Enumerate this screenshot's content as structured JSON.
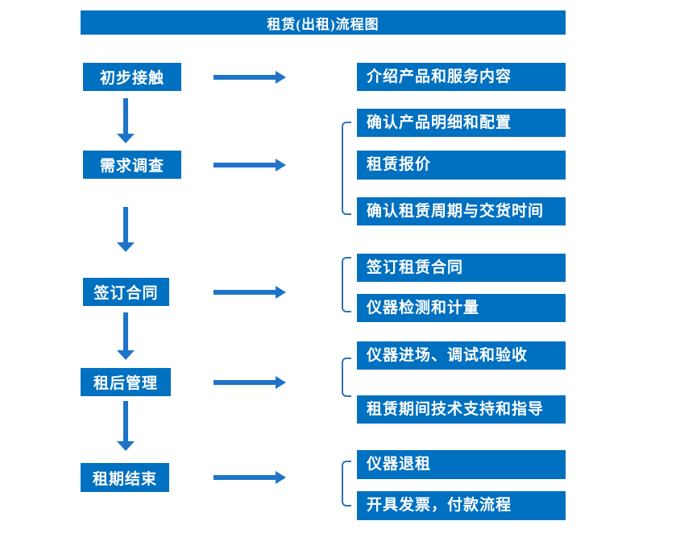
{
  "title": "租赁(出租)流程图",
  "colors": {
    "box_blue": "#0070c0",
    "arrow_blue": "#1e74c8",
    "bracket_blue": "#2e75b6",
    "background": "#ffffff",
    "text": "#ffffff"
  },
  "icons": {
    "right_arrow": "arrow-right-icon",
    "down_arrow": "arrow-down-icon",
    "group_bracket": "bracket-shape"
  },
  "steps": [
    {
      "label": "初步接触",
      "details": [
        "介绍产品和服务内容"
      ]
    },
    {
      "label": "需求调查",
      "details": [
        "确认产品明细和配置",
        "租赁报价",
        "确认租赁周期与交货时间"
      ]
    },
    {
      "label": "签订合同",
      "details": [
        "签订租赁合同",
        "仪器检测和计量"
      ]
    },
    {
      "label": "租后管理",
      "details": [
        "仪器进场、调试和验收",
        "租赁期间技术支持和指导"
      ]
    },
    {
      "label": "租期结束",
      "details": [
        "仪器退租",
        "开具发票，付款流程"
      ]
    }
  ]
}
